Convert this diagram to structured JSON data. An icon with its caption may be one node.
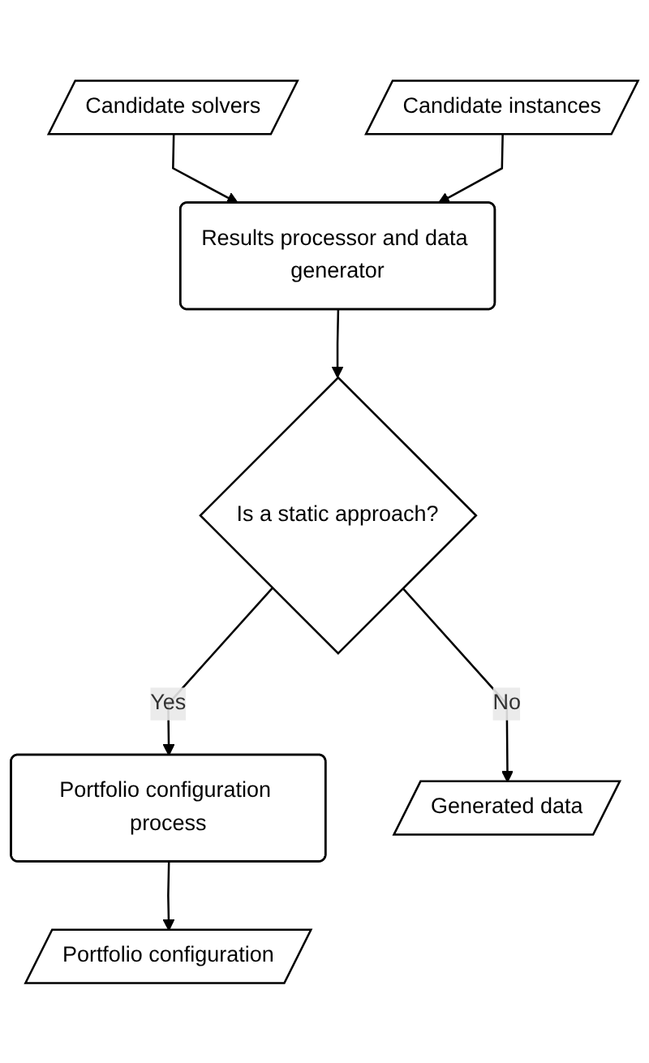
{
  "diagram": {
    "nodes": [
      {
        "text": [
          "Candidate solvers"
        ]
      },
      {
        "text": [
          "Candidate instances"
        ]
      },
      {
        "text": [
          "Results processor and data generator"
        ]
      },
      {
        "text": [
          "Is a static approach?"
        ]
      },
      {
        "text": [
          "Portfolio configuration process"
        ]
      },
      {
        "text": [
          "Generated data"
        ]
      },
      {
        "text": [
          "Portfolio configuration"
        ]
      }
    ],
    "edges": [
      {
        "from": 0,
        "to": 2,
        "arrow": "to"
      },
      {
        "from": 1,
        "to": 2,
        "arrow": "to"
      },
      {
        "from": 2,
        "to": 3,
        "arrow": "to"
      },
      {
        "from": 3,
        "to": 4,
        "arrow": "to",
        "label": "Yes"
      },
      {
        "from": 3,
        "to": 5,
        "arrow": "to",
        "label": "No"
      },
      {
        "from": 4,
        "to": 6,
        "arrow": "to"
      }
    ]
  }
}
